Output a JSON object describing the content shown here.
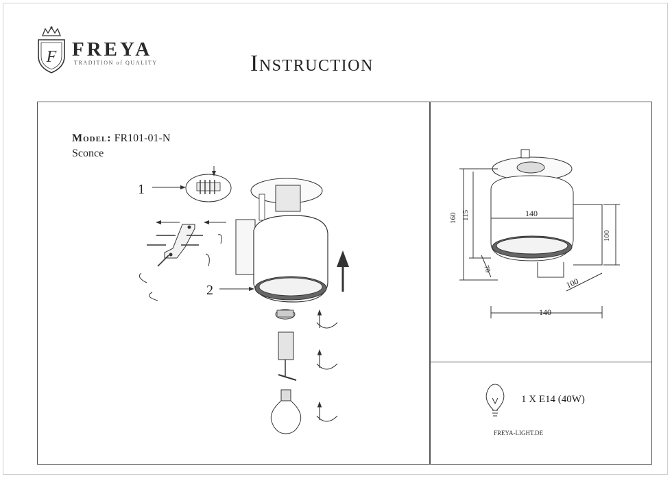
{
  "brand": {
    "name": "FREYA",
    "tagline": "TRADITION of QUALITY",
    "emblem_letter": "F"
  },
  "document": {
    "title": "Instruction"
  },
  "product": {
    "model_label": "Model:",
    "model_value": "FR101-01-N",
    "type": "Sconce"
  },
  "assembly": {
    "callouts": [
      "1",
      "2"
    ]
  },
  "dimensions": {
    "total_height": "160",
    "shade_height": "115",
    "shade_width": "140",
    "plate_height": "100",
    "plate_width": "100",
    "projection": "78",
    "base_width": "140"
  },
  "lamp": {
    "spec": "1 X E14 (40W)"
  },
  "footer": {
    "website": "FREYA-LIGHT.DE"
  }
}
